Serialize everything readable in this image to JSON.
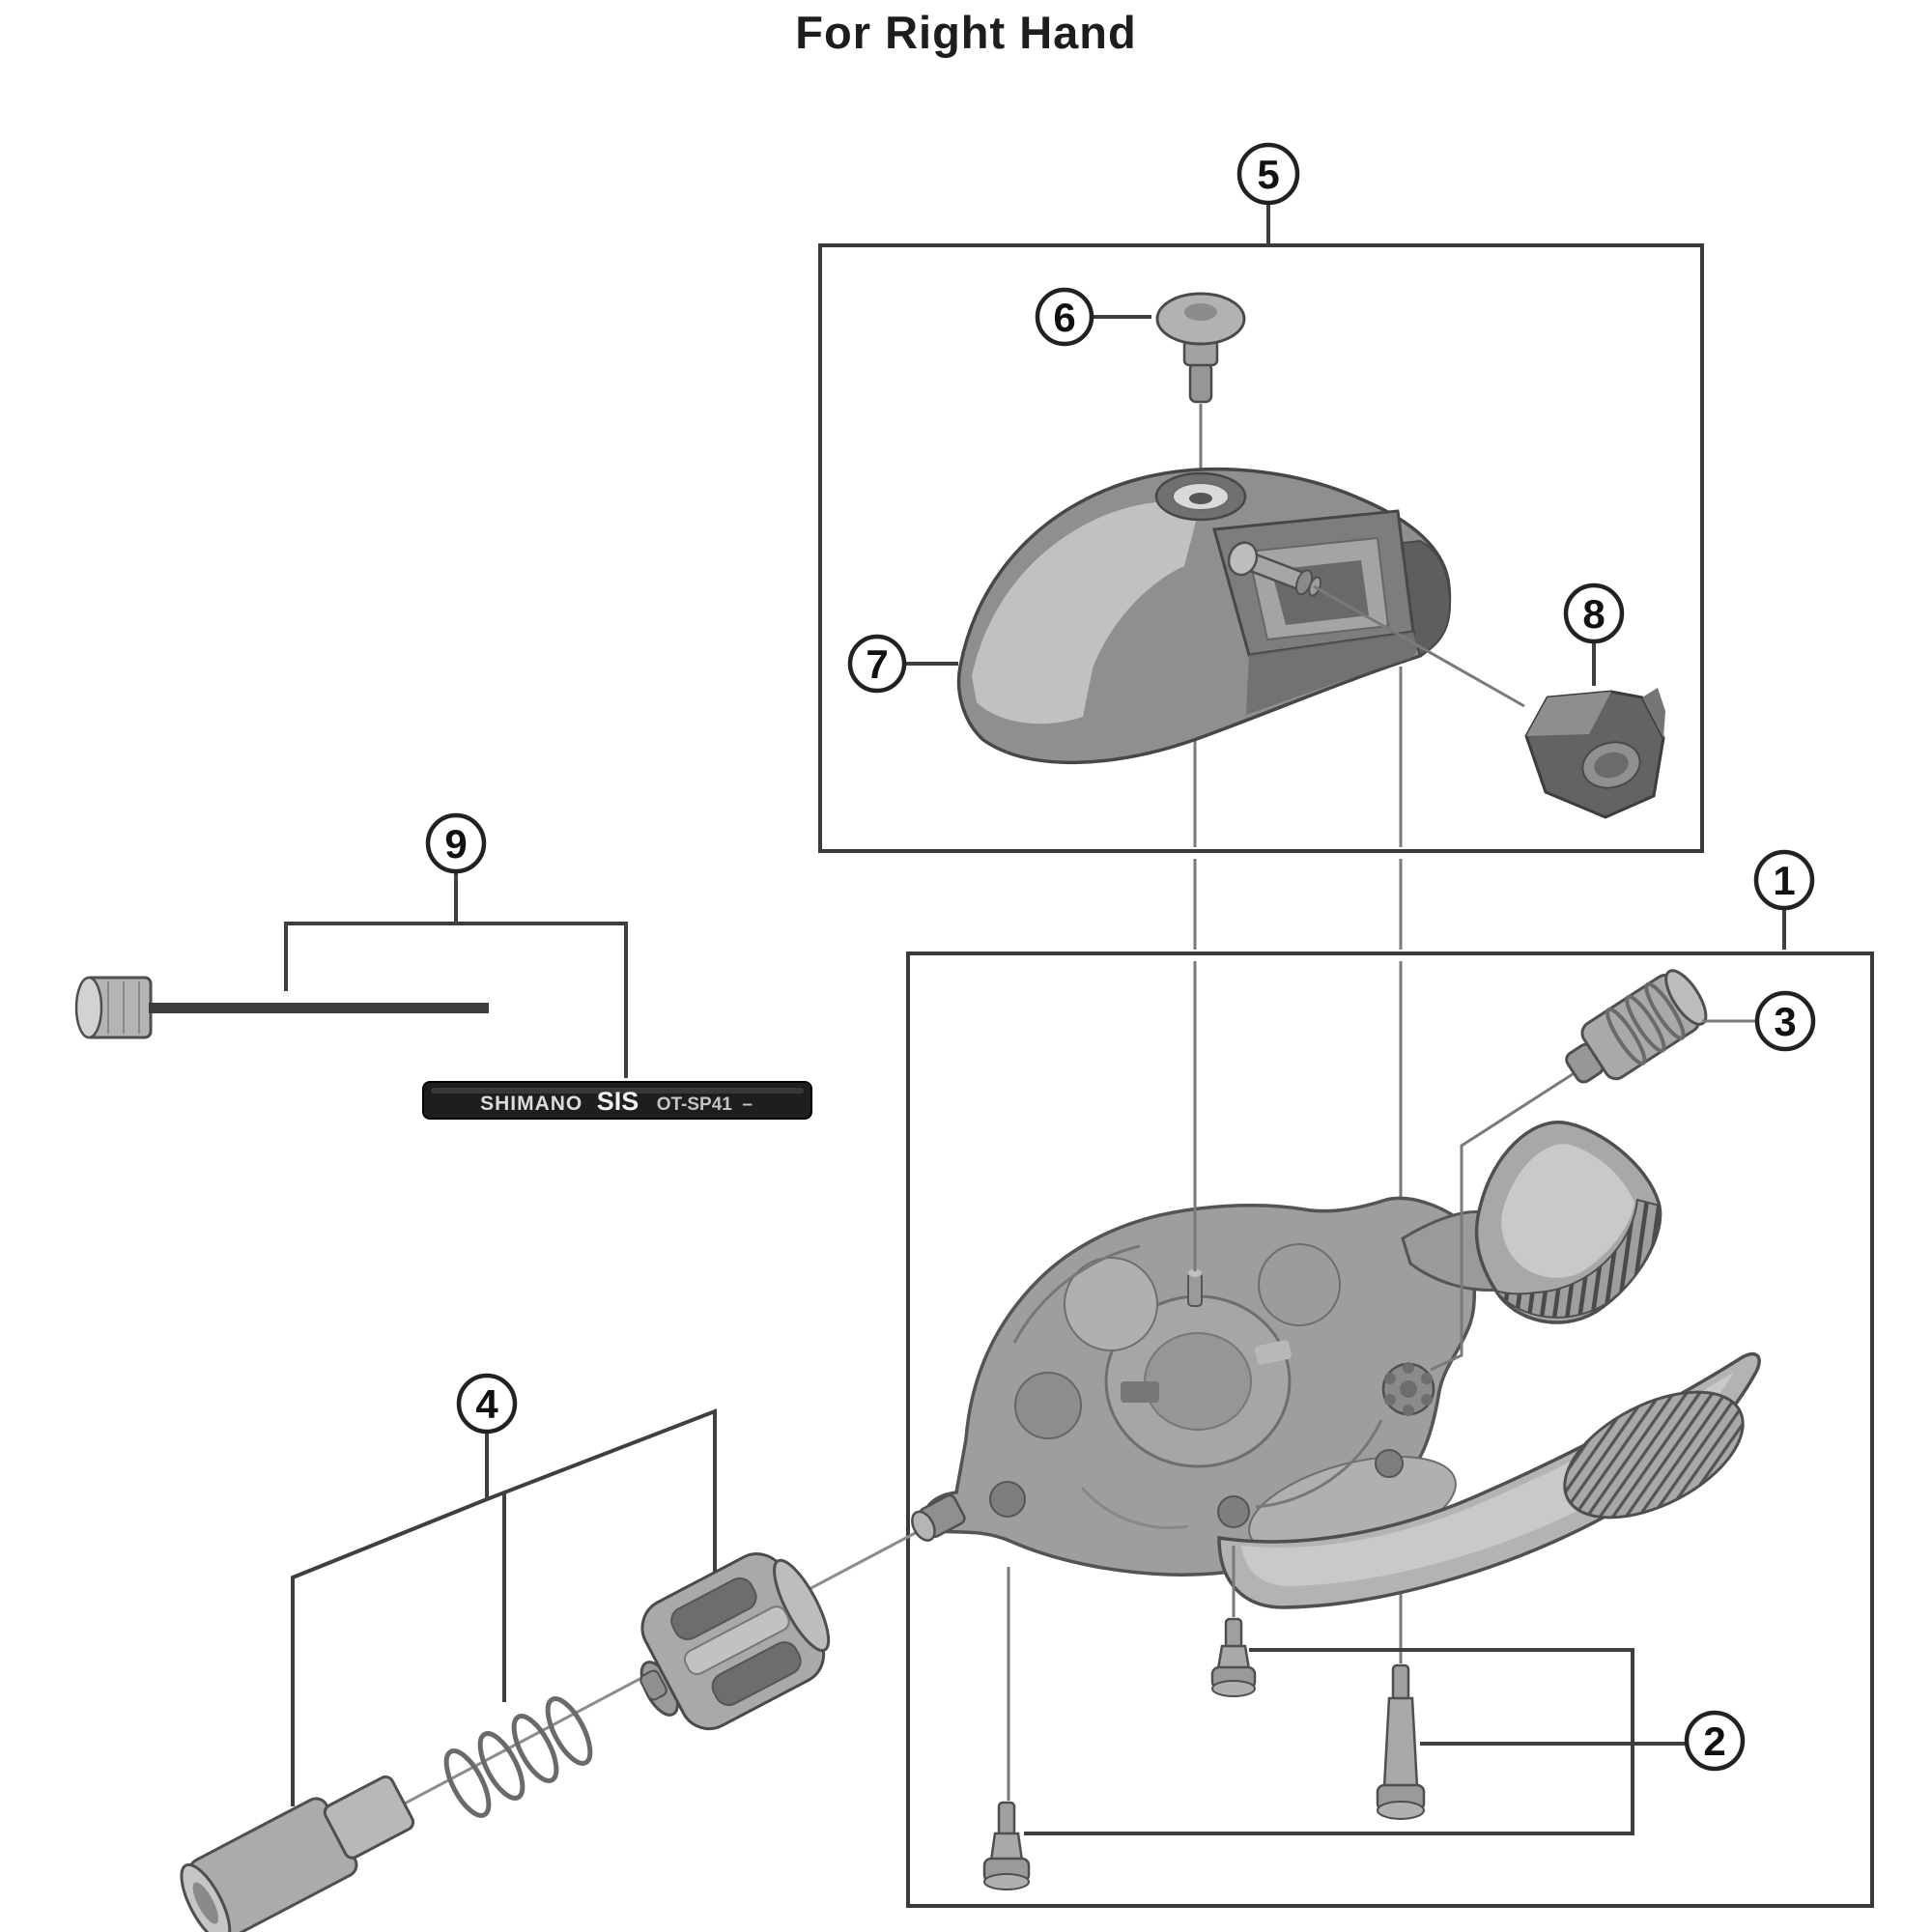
{
  "title": "For Right Hand",
  "callouts": {
    "c1": "1",
    "c2": "2",
    "c3": "3",
    "c4": "4",
    "c5": "5",
    "c6": "6",
    "c7": "7",
    "c8": "8",
    "c9": "9"
  },
  "cable_housing": {
    "brand": "SHIMANO",
    "series": "SIS",
    "model": "OT-SP41",
    "suffix": "–"
  },
  "colors": {
    "background": "#ffffff",
    "ink": "#1d1d1d",
    "box_border": "#3a3a3a",
    "leader_line": "#7a7a7a",
    "metal_light": "#c6c6c6",
    "metal_mid": "#9e9e9e",
    "metal_dark": "#5f5f5f",
    "housing_black": "#1e1e1e",
    "label_text": "#e0e0e0"
  }
}
